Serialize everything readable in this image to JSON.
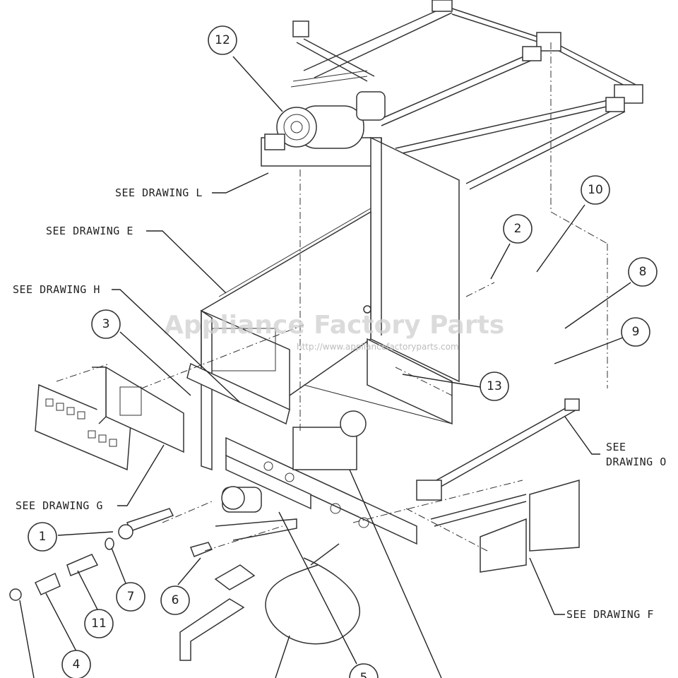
{
  "watermark": {
    "brand": "Appliance Factory Parts",
    "url": "http://www.appliancefactoryparts.com"
  },
  "callouts": [
    "12",
    "10",
    "2",
    "8",
    "9",
    "3",
    "13",
    "1",
    "7",
    "6",
    "11",
    "4",
    "5"
  ],
  "references": {
    "drawing_l": "SEE DRAWING L",
    "drawing_e": "SEE DRAWING E",
    "drawing_h": "SEE DRAWING H",
    "drawing_g": "SEE DRAWING G",
    "drawing_o_line1": "SEE",
    "drawing_o_line2": "DRAWING O",
    "drawing_f": "SEE DRAWING F"
  }
}
